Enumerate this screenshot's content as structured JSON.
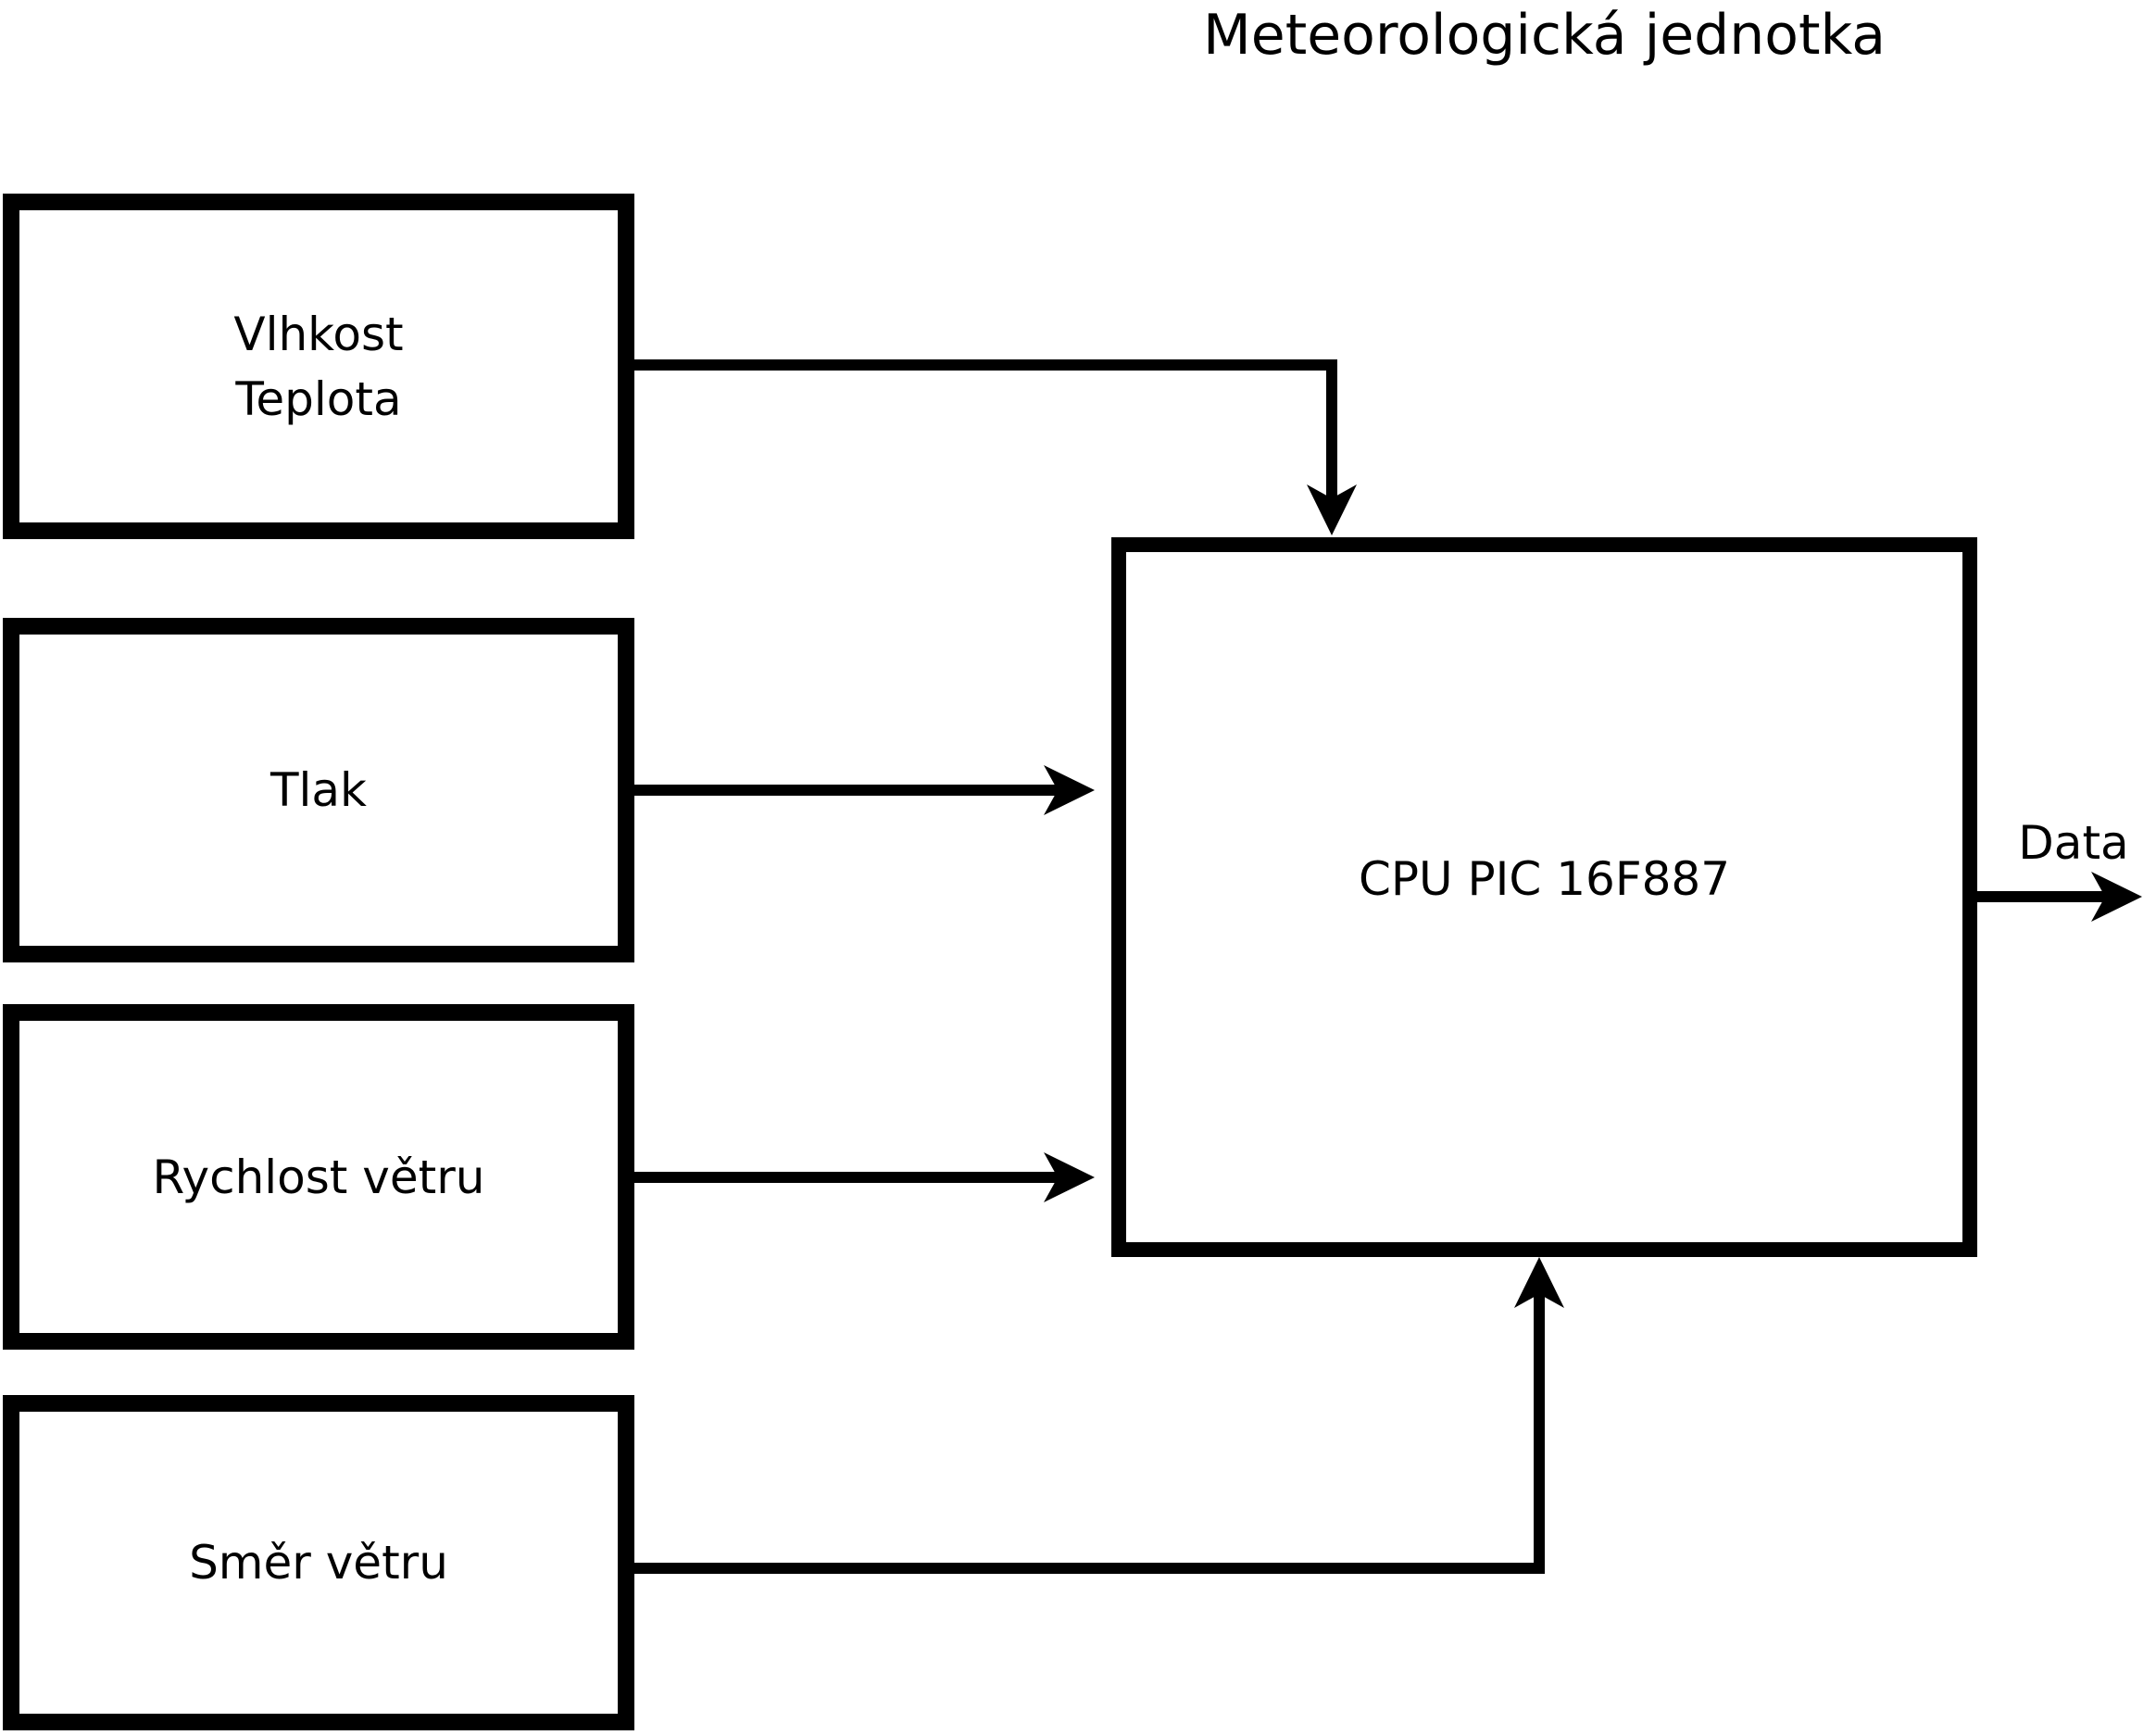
{
  "title": "Meteorologická jednotka",
  "sensor_boxes": [
    {
      "lines": [
        "Vlhkost",
        "Teplota"
      ]
    },
    {
      "lines": [
        "Tlak"
      ]
    },
    {
      "lines": [
        "Rychlost větru"
      ]
    },
    {
      "lines": [
        "Směr větru"
      ]
    }
  ],
  "cpu_box": {
    "label": "CPU PIC 16F887"
  },
  "data_output": {
    "label": "Data"
  },
  "colors": {
    "stroke": "#000000",
    "background": "#ffffff",
    "text": "#000000"
  }
}
